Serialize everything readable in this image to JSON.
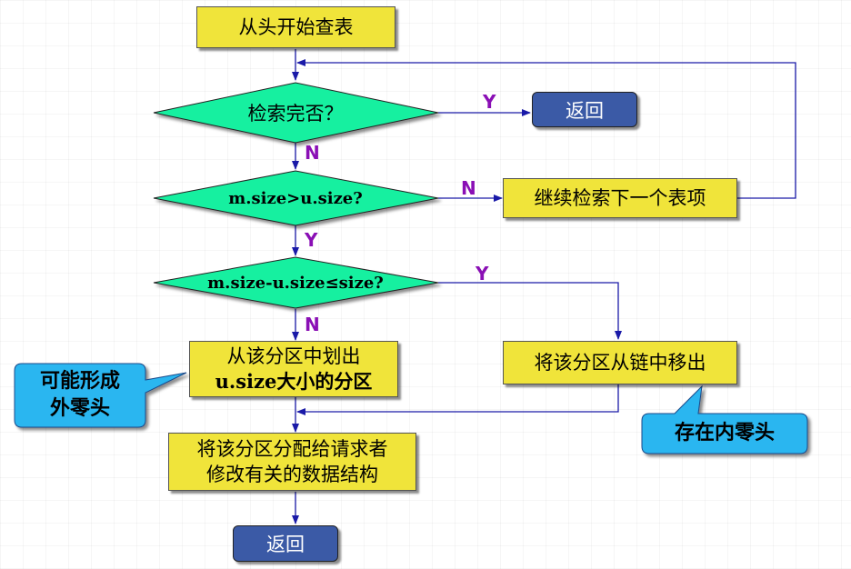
{
  "colors": {
    "process_fill": "#f0e43a",
    "decision_fill": "#19f0a0",
    "return_fill": "#3b5aa6",
    "callout_fill": "#29b6f0",
    "arrow": "#1a1aa8",
    "label": "#8a0fb5"
  },
  "nodes": {
    "start": "从头开始查表",
    "decision_done": "检索完否？",
    "return_top": "返回",
    "decision_size": "m.size>u.size?",
    "continue_next": "继续检索下一个表项",
    "decision_remainder": "m.size-u.size≤size?",
    "split_line1": "从该分区中划出",
    "split_line2": "u.size大小的分区",
    "remove_from_chain": "将该分区从链中移出",
    "allocate_line1": "将该分区分配给请求者",
    "allocate_line2": "修改有关的数据结构",
    "return_bottom": "返回"
  },
  "edge_labels": {
    "done_yes": "Y",
    "done_no": "N",
    "size_no": "N",
    "size_yes": "Y",
    "remainder_yes": "Y",
    "remainder_no": "N"
  },
  "callouts": {
    "external_line1": "可能形成",
    "external_line2": "外零头",
    "internal": "存在内零头"
  }
}
